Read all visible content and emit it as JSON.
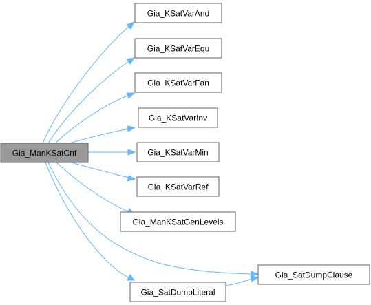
{
  "diagram": {
    "root": {
      "id": "n0",
      "label": "Gia_ManKSatCnf"
    },
    "nodes": [
      {
        "id": "n1",
        "label": "Gia_KSatVarAnd"
      },
      {
        "id": "n2",
        "label": "Gia_KSatVarEqu"
      },
      {
        "id": "n3",
        "label": "Gia_KSatVarFan"
      },
      {
        "id": "n4",
        "label": "Gia_KSatVarInv"
      },
      {
        "id": "n5",
        "label": "Gia_KSatVarMin"
      },
      {
        "id": "n6",
        "label": "Gia_KSatVarRef"
      },
      {
        "id": "n7",
        "label": "Gia_ManKSatGenLevels"
      },
      {
        "id": "n8",
        "label": "Gia_SatDumpClause"
      },
      {
        "id": "n9",
        "label": "Gia_SatDumpLiteral"
      }
    ],
    "edges": [
      {
        "from": "n0",
        "to": "n1"
      },
      {
        "from": "n0",
        "to": "n2"
      },
      {
        "from": "n0",
        "to": "n3"
      },
      {
        "from": "n0",
        "to": "n4"
      },
      {
        "from": "n0",
        "to": "n5"
      },
      {
        "from": "n0",
        "to": "n6"
      },
      {
        "from": "n0",
        "to": "n7"
      },
      {
        "from": "n0",
        "to": "n8"
      },
      {
        "from": "n0",
        "to": "n9"
      },
      {
        "from": "n9",
        "to": "n8"
      }
    ],
    "colors": {
      "edge": "#63b8ff",
      "node_border": "#666666",
      "root_fill": "#999999",
      "node_fill": "#ffffff"
    }
  }
}
